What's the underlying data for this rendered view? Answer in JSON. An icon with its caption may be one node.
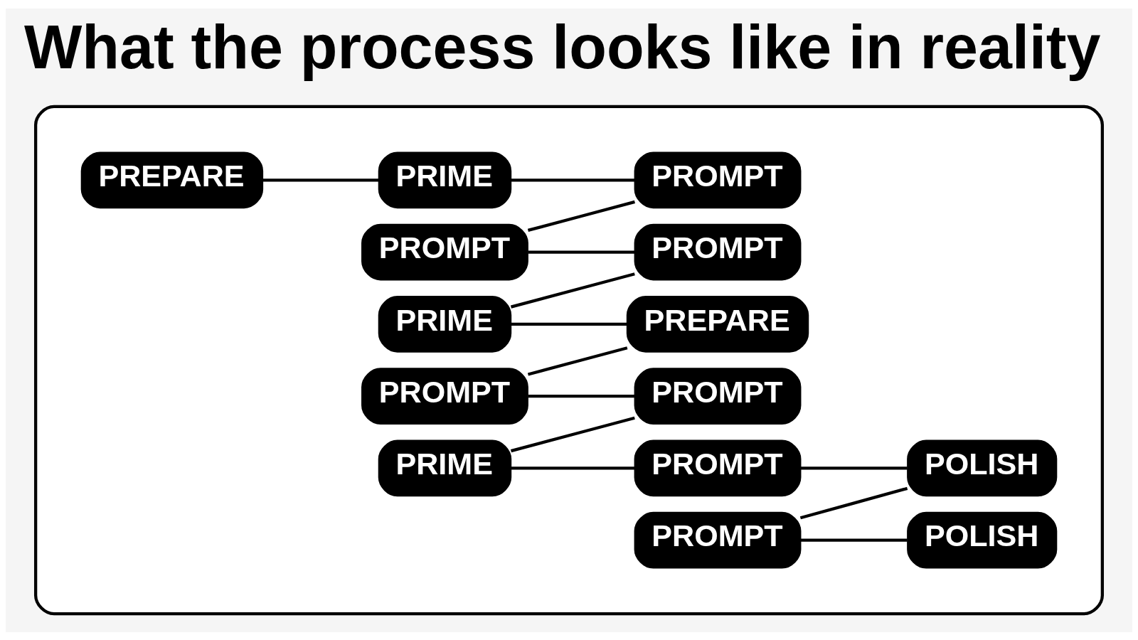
{
  "diagram": {
    "title": "What the process looks like in reality",
    "nodes": [
      {
        "text": [],
        "shape": "box"
      },
      {
        "text": [
          "PREPARE"
        ],
        "in": 0
      },
      {
        "text": [
          "PRIME"
        ],
        "in": 0
      },
      {
        "text": [
          "PROMPT"
        ],
        "in": 0
      },
      {
        "text": [
          "PROMPT"
        ],
        "in": 0
      },
      {
        "text": [
          "PROMPT"
        ],
        "in": 0
      },
      {
        "text": [
          "PRIME"
        ],
        "in": 0
      },
      {
        "text": [
          "PREPARE"
        ],
        "in": 0
      },
      {
        "text": [
          "POLISH"
        ],
        "in": 0
      },
      {
        "text": [
          "PROMPT"
        ],
        "in": 0
      },
      {
        "text": [
          "PROMPT"
        ],
        "in": 0
      },
      {
        "text": [
          "PRIME"
        ],
        "in": 0
      },
      {
        "text": [
          "PROMPT"
        ],
        "in": 0
      },
      {
        "text": [
          "PROMPT"
        ],
        "in": 0
      },
      {
        "text": [
          "POLISH"
        ],
        "in": 0
      }
    ],
    "edges": [
      {
        "from": 1,
        "to": 2,
        "arrow": "none"
      },
      {
        "from": 2,
        "to": 3,
        "arrow": "none"
      },
      {
        "from": 4,
        "to": 3,
        "arrow": "none"
      },
      {
        "from": 4,
        "to": 5,
        "arrow": "none"
      },
      {
        "from": 6,
        "to": 5,
        "arrow": "none"
      },
      {
        "from": 6,
        "to": 7,
        "arrow": "none"
      },
      {
        "from": 9,
        "to": 7,
        "arrow": "none"
      },
      {
        "from": 9,
        "to": 10,
        "arrow": "none"
      },
      {
        "from": 11,
        "to": 10,
        "arrow": "none"
      },
      {
        "from": 11,
        "to": 12,
        "arrow": "none"
      },
      {
        "from": 12,
        "to": 8,
        "arrow": "none"
      },
      {
        "from": 13,
        "to": 8,
        "arrow": "none"
      },
      {
        "from": 13,
        "to": 14,
        "arrow": "none"
      }
    ]
  }
}
